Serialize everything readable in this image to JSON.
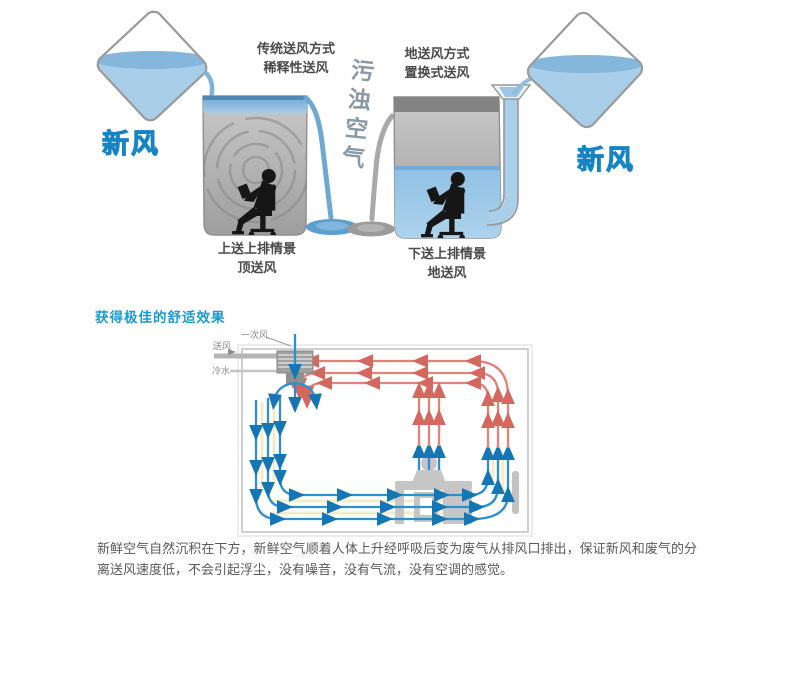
{
  "colors": {
    "fresh_label": "#2FA7E5",
    "heading_blue": "#1B9AD2",
    "dirty_label": "#8D98A6",
    "caption_gray": "#4a4a4a",
    "flow_blue": "#2E8FD0",
    "flow_red": "#E08379",
    "water_blue": "#A9CEE9"
  },
  "hero": {
    "left_method_line1": "传统送风方式",
    "left_method_line2": "稀释性送风",
    "right_method_line1": "地送风方式",
    "right_method_line2": "置换式送风",
    "fresh_air_left": "新风",
    "fresh_air_right": "新风",
    "dirty_air": "污浊空气",
    "left_scene_line1": "上送上排情景",
    "left_scene_line2": "顶送风",
    "right_scene_line1": "下送上排情景",
    "right_scene_line2": "地送风"
  },
  "comfort": {
    "heading": "获得极佳的舒适效果",
    "schematic_labels": {
      "primary_air": "一次风",
      "supply_air": "送风",
      "cold_water": "冷水"
    },
    "description": "新鲜空气自然沉积在下方，新鲜空气顺着人体上升经呼吸后变为废气从排风口排出，保证新风和废气的分离送风速度低，不会引起浮尘，没有噪音，没有气流，没有空调的感觉。"
  }
}
